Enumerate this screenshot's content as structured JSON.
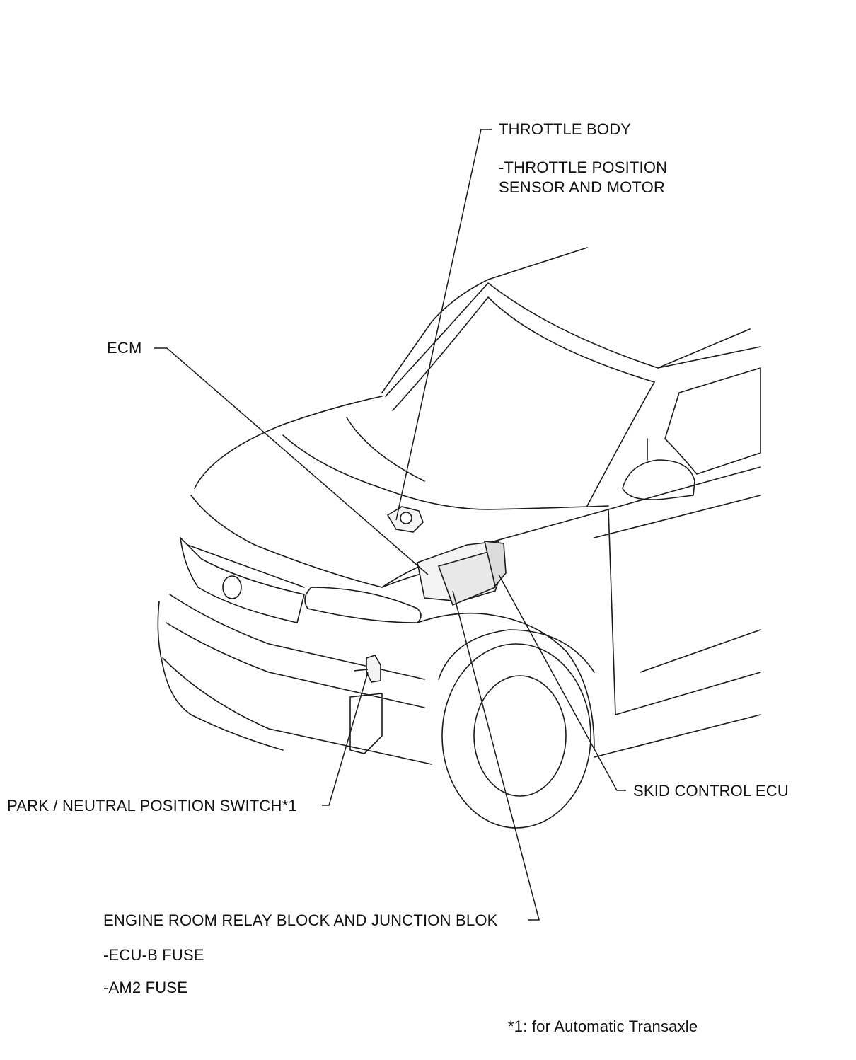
{
  "labels": {
    "throttle_body": "THROTTLE BODY",
    "throttle_sub_1": "-THROTTLE POSITION",
    "throttle_sub_2": "SENSOR AND MOTOR",
    "ecm": "ECM",
    "park_neutral": "PARK / NEUTRAL POSITION SWITCH*1",
    "skid_control": "SKID CONTROL ECU",
    "engine_room": "ENGINE ROOM RELAY BLOCK AND JUNCTION BLOK",
    "ecu_b_fuse": "-ECU-B FUSE",
    "am2_fuse": "-AM2 FUSE"
  },
  "footnote": "*1: for Automatic Transaxle",
  "colors": {
    "line": "#1a1a1a",
    "text": "#111111",
    "background": "#ffffff"
  }
}
